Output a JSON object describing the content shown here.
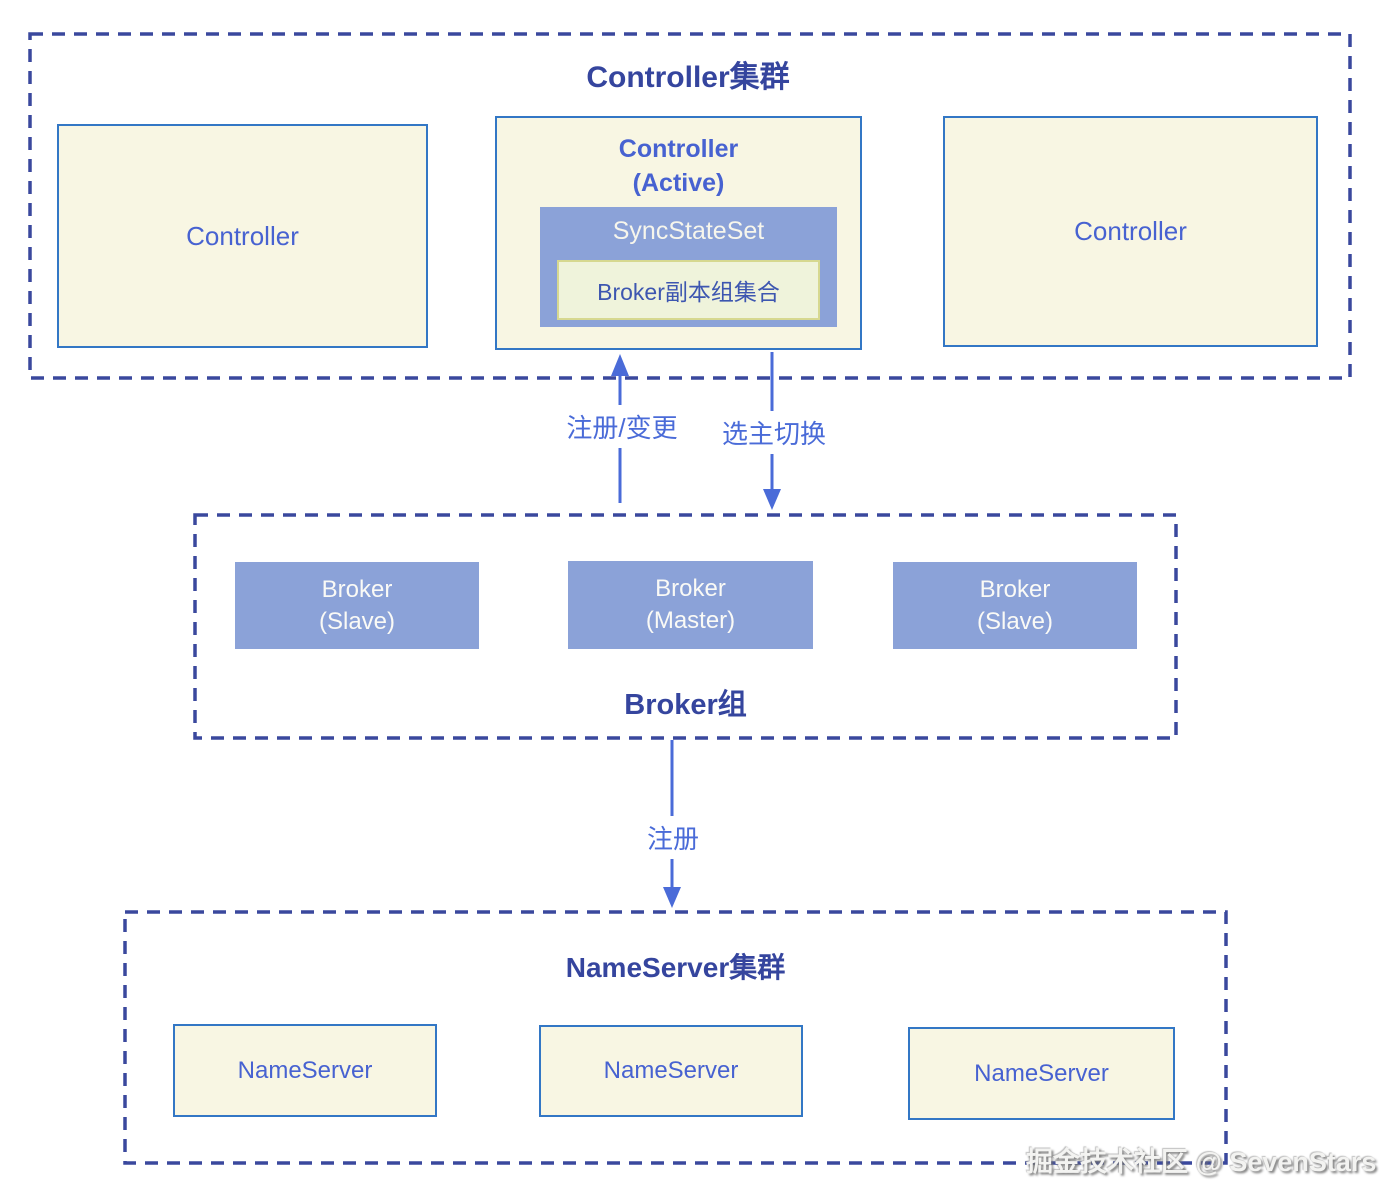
{
  "colors": {
    "background": "#ffffff",
    "dashed_border": "#3A489D",
    "cream_fill": "#F8F6E3",
    "cream_border": "#3377C5",
    "blue_fill": "#8BA2D8",
    "pale_green_fill": "#EFF3DB",
    "pale_green_border": "#D6D890",
    "title_text": "#35459E",
    "node_text": "#4762D1",
    "arrow": "#4A6BD8",
    "light_text": "#F7F6EC"
  },
  "controller_cluster": {
    "title": "Controller集群",
    "left_controller": "Controller",
    "right_controller": "Controller",
    "active_controller": {
      "name_line1": "Controller",
      "name_line2": "(Active)",
      "sync_state_set_label": "SyncStateSet",
      "replica_group_label": "Broker副本组集合"
    }
  },
  "arrows": {
    "register_or_change_label": "注册/变更",
    "leader_switch_label": "选主切换",
    "register_label": "注册"
  },
  "broker_group": {
    "title": "Broker组",
    "brokers": [
      {
        "name": "Broker",
        "role": "(Slave)"
      },
      {
        "name": "Broker",
        "role": "(Master)"
      },
      {
        "name": "Broker",
        "role": "(Slave)"
      }
    ]
  },
  "nameserver_cluster": {
    "title": "NameServer集群",
    "nodes": [
      "NameServer",
      "NameServer",
      "NameServer"
    ]
  },
  "watermark": "掘金技术社区 @ SevenStars"
}
